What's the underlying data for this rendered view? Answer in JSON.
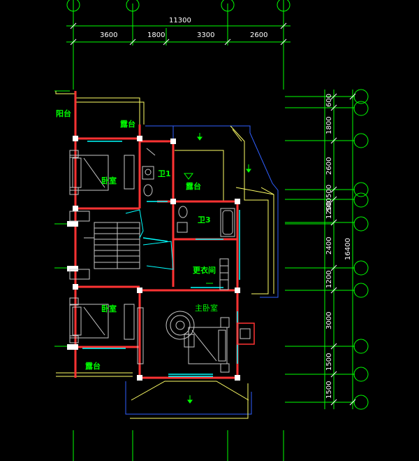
{
  "colors": {
    "background": "#000000",
    "grid": "#00ff00",
    "dimension_text": "#ffffff",
    "wall": "#ff3333",
    "window": "#00ffff",
    "room_label": "#00ff00",
    "furniture": "#c8c8c8",
    "outline_blue": "#3060ff",
    "balcony_yellow": "#ffff66"
  },
  "top_dimensions": {
    "total": "11300",
    "segments": [
      "3600",
      "1800",
      "3300",
      "2600"
    ]
  },
  "right_dimensions": {
    "total": "16400",
    "segments": [
      "600",
      "1800",
      "2600",
      "500",
      "1200",
      "500",
      "2400",
      "1200",
      "3000",
      "1500",
      "1500"
    ]
  },
  "rooms": {
    "yangtai": "阳台",
    "lutai_top": "露台",
    "bedroom_upper": "卧室",
    "wei1": "卫1",
    "lutai_mid": "露台",
    "wei3": "卫3",
    "gengyijian": "更衣间",
    "bedroom_lower": "卧室",
    "master_bedroom": "主卧室",
    "lutai_bottom": "露台"
  }
}
